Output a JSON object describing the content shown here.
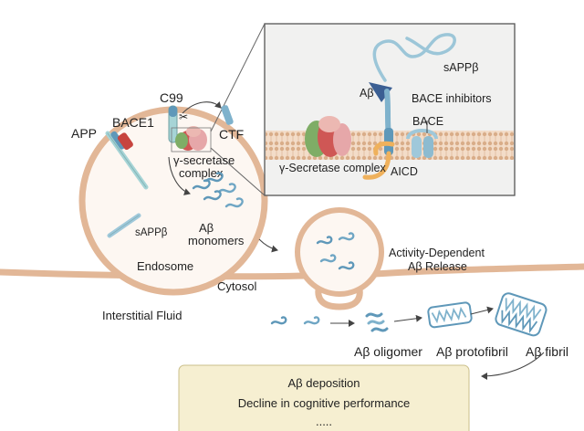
{
  "labels": {
    "app": "APP",
    "bace1": "BACE1",
    "c99": "C99",
    "ctf": "CTF",
    "gamma_secretase_line1": "γ-secretase",
    "gamma_secretase_line2": "complex",
    "sappb_endosome": "sAPPβ",
    "abeta_monomers_line1": "Aβ",
    "abeta_monomers_line2": "monomers",
    "endosome": "Endosome",
    "cytosol": "Cytosol",
    "interstitial_fluid": "Interstitial Fluid",
    "release_line1": "Activity-Dependent",
    "release_line2": "Aβ Release",
    "oligomer": "Aβ oligomer",
    "protofibril": "Aβ protofibril",
    "fibril": "Aβ fibril"
  },
  "inset": {
    "sappb": "sAPPβ",
    "abeta": "Aβ",
    "bace_inhibitors": "BACE inhibitors",
    "bace": "BACE",
    "gamma_secretase_complex": "γ-Secretase complex",
    "aicd": "AICD"
  },
  "outcome_box": {
    "line1": "Aβ deposition",
    "line2": "Decline in cognitive performance",
    "line3": "....."
  },
  "colors": {
    "membrane": "#e7c3a4",
    "membrane_dark": "#c99a74",
    "inset_bg": "#f1f1f0",
    "app_protein": "#a6d4d6",
    "bace1_red": "#c7443f",
    "gamma_green": "#7fad66",
    "gamma_red": "#cf5755",
    "gamma_pink": "#e6a7a9",
    "abeta_blue": "#5f98b9",
    "outcome_bg": "#f6efd1",
    "aicd_orange": "#efb15c"
  }
}
